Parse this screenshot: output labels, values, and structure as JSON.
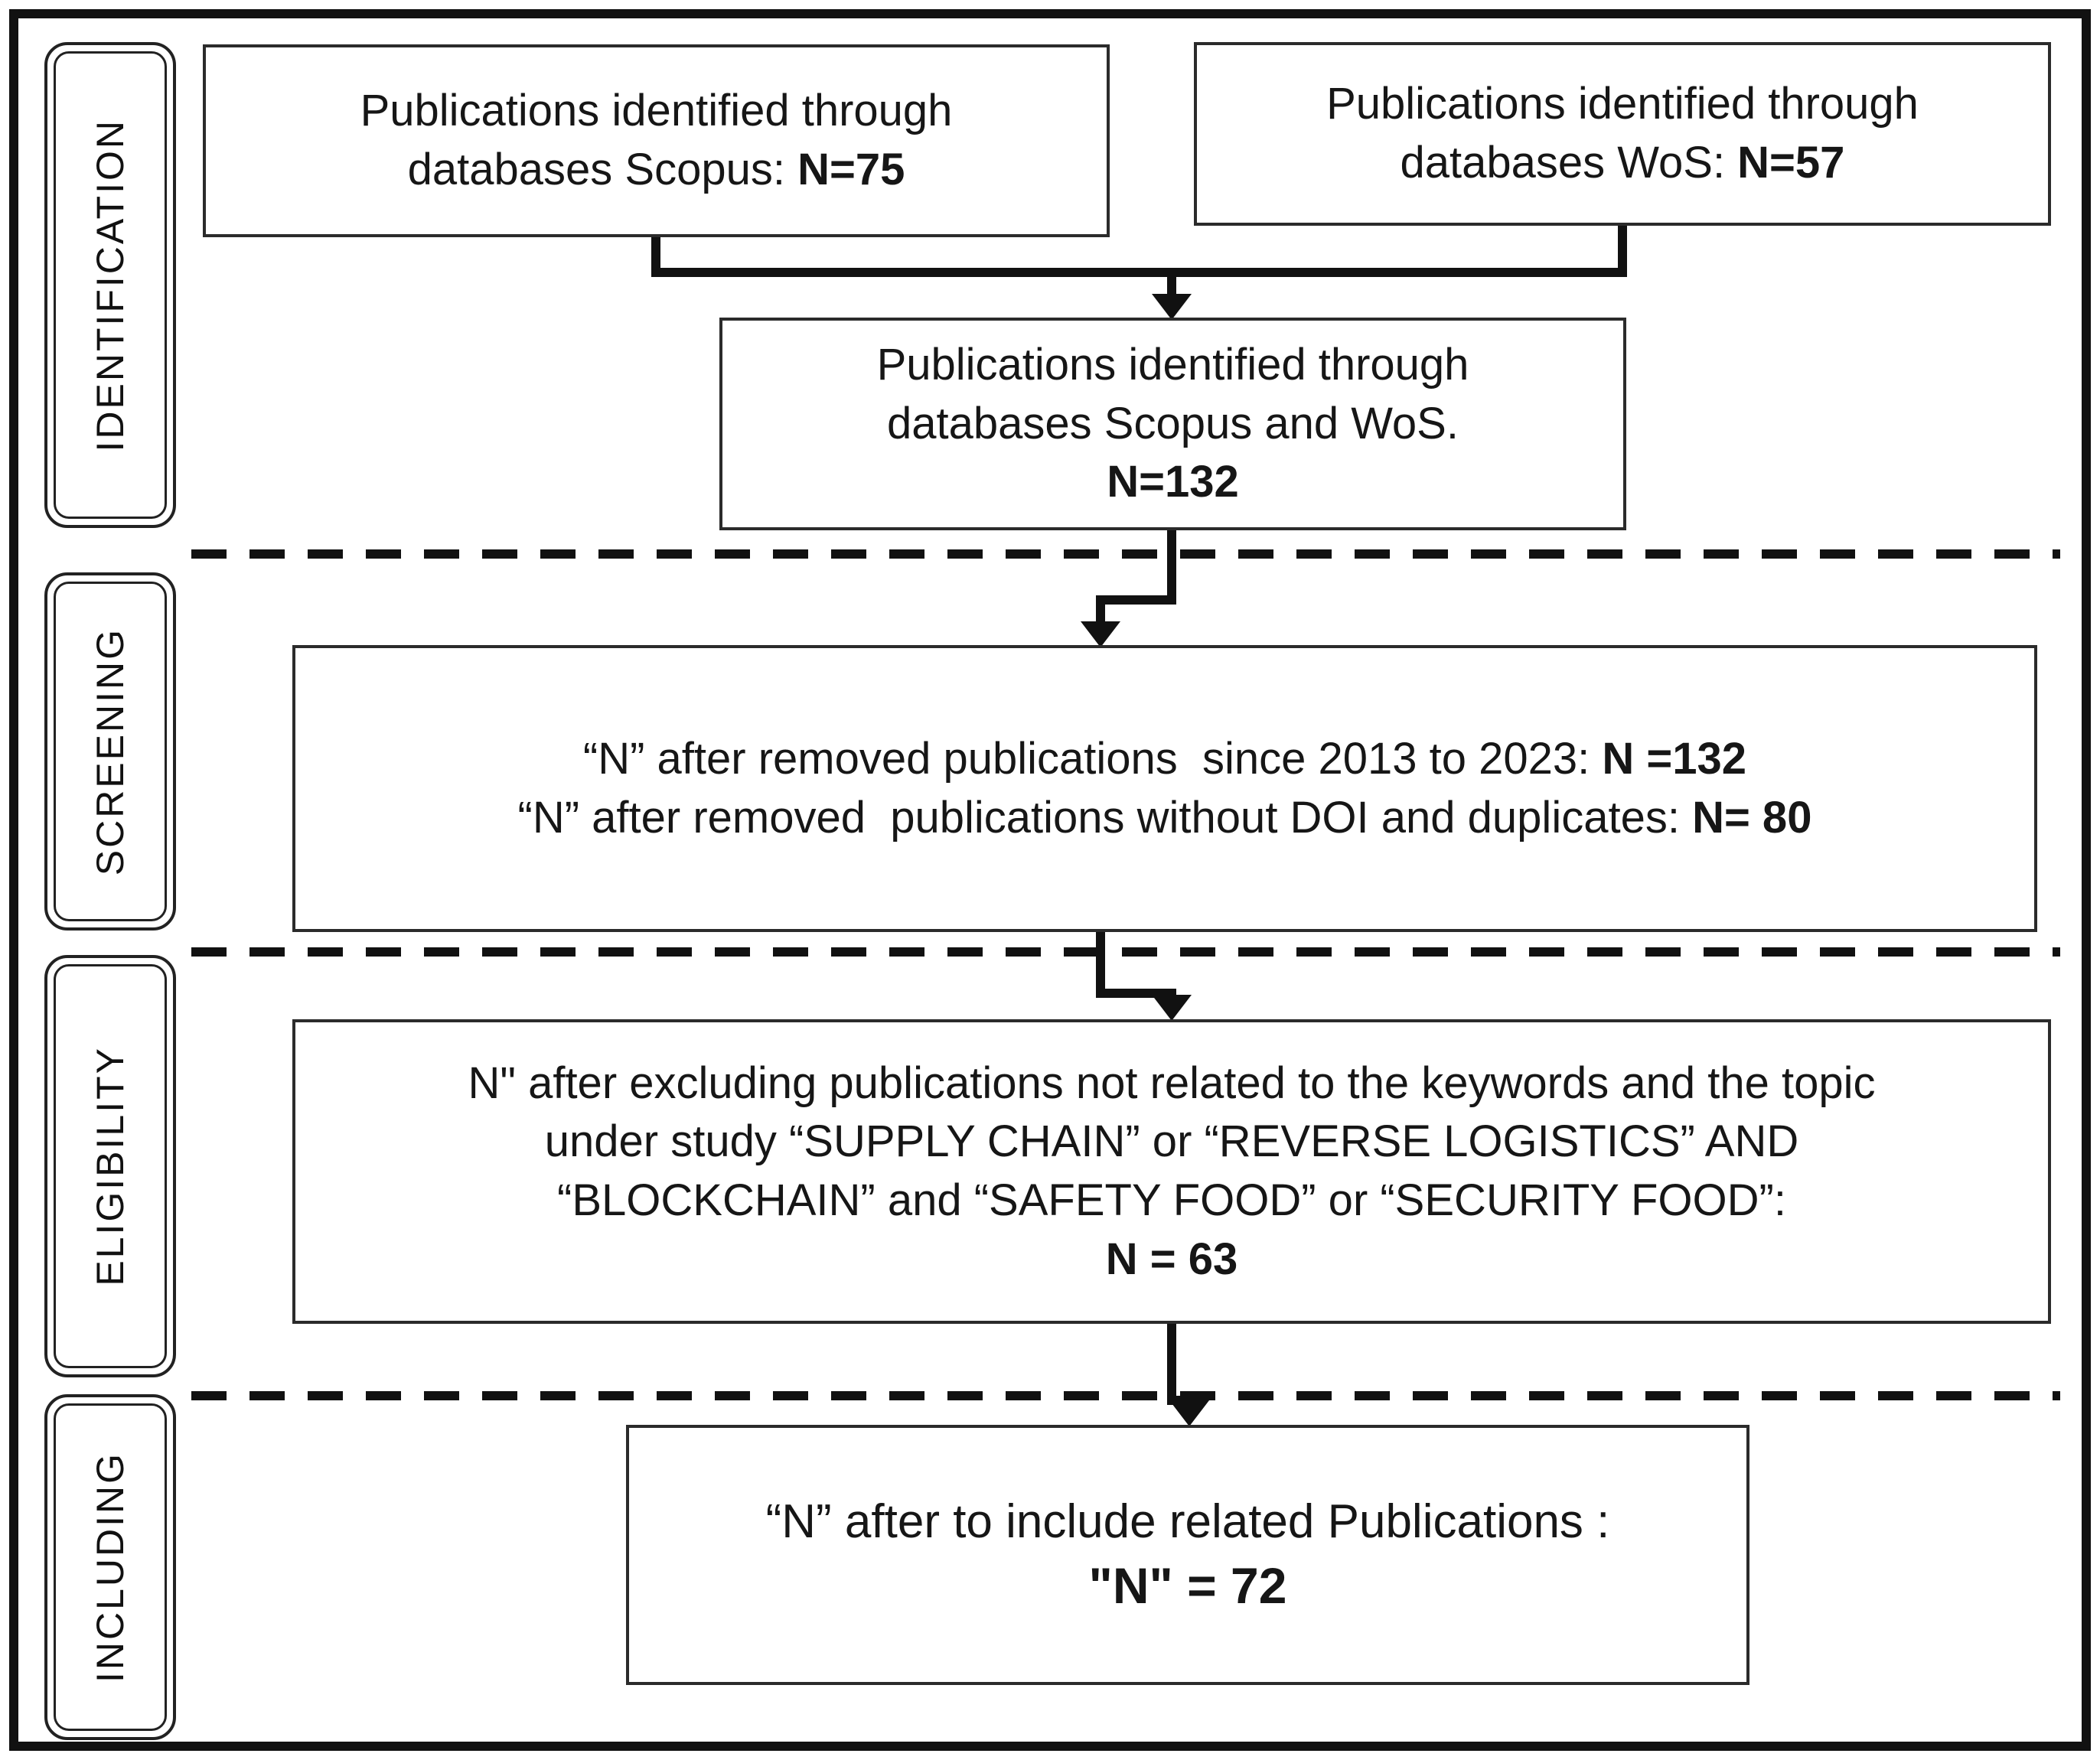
{
  "diagram": {
    "stages": [
      {
        "label": "IDENTIFICATION"
      },
      {
        "label": "SCREENING"
      },
      {
        "label": "ELIGIBILITY"
      },
      {
        "label": "INCLUDING"
      }
    ],
    "boxes": {
      "scopus": {
        "line1": "Publications identified through",
        "line2_prefix": "databases Scopus: ",
        "line2_bold": "N=75"
      },
      "wos": {
        "line1": "Publications identified through",
        "line2_prefix": "databases WoS: ",
        "line2_bold": "N=57"
      },
      "merged": {
        "line1": "Publications identified through",
        "line2": "databases Scopus and WoS.",
        "line3_bold": "N=132"
      },
      "screening": {
        "line1_prefix": "“N” after removed publications  since 2013 to 2023: ",
        "line1_bold": "N =132",
        "line2_prefix": "“N” after removed  publications without DOI and duplicates: ",
        "line2_bold": "N= 80"
      },
      "eligibility": {
        "line1": "N\" after excluding publications not related to the keywords and the topic",
        "line2": "under study “SUPPLY CHAIN” or “REVERSE LOGISTICS” AND",
        "line3": "“BLOCKCHAIN” and “SAFETY FOOD” or “SECURITY FOOD”:",
        "line4_bold": "N = 63"
      },
      "including": {
        "line1": "“N” after to include related Publications :",
        "line2_bold": "\"N\" = 72"
      }
    }
  }
}
